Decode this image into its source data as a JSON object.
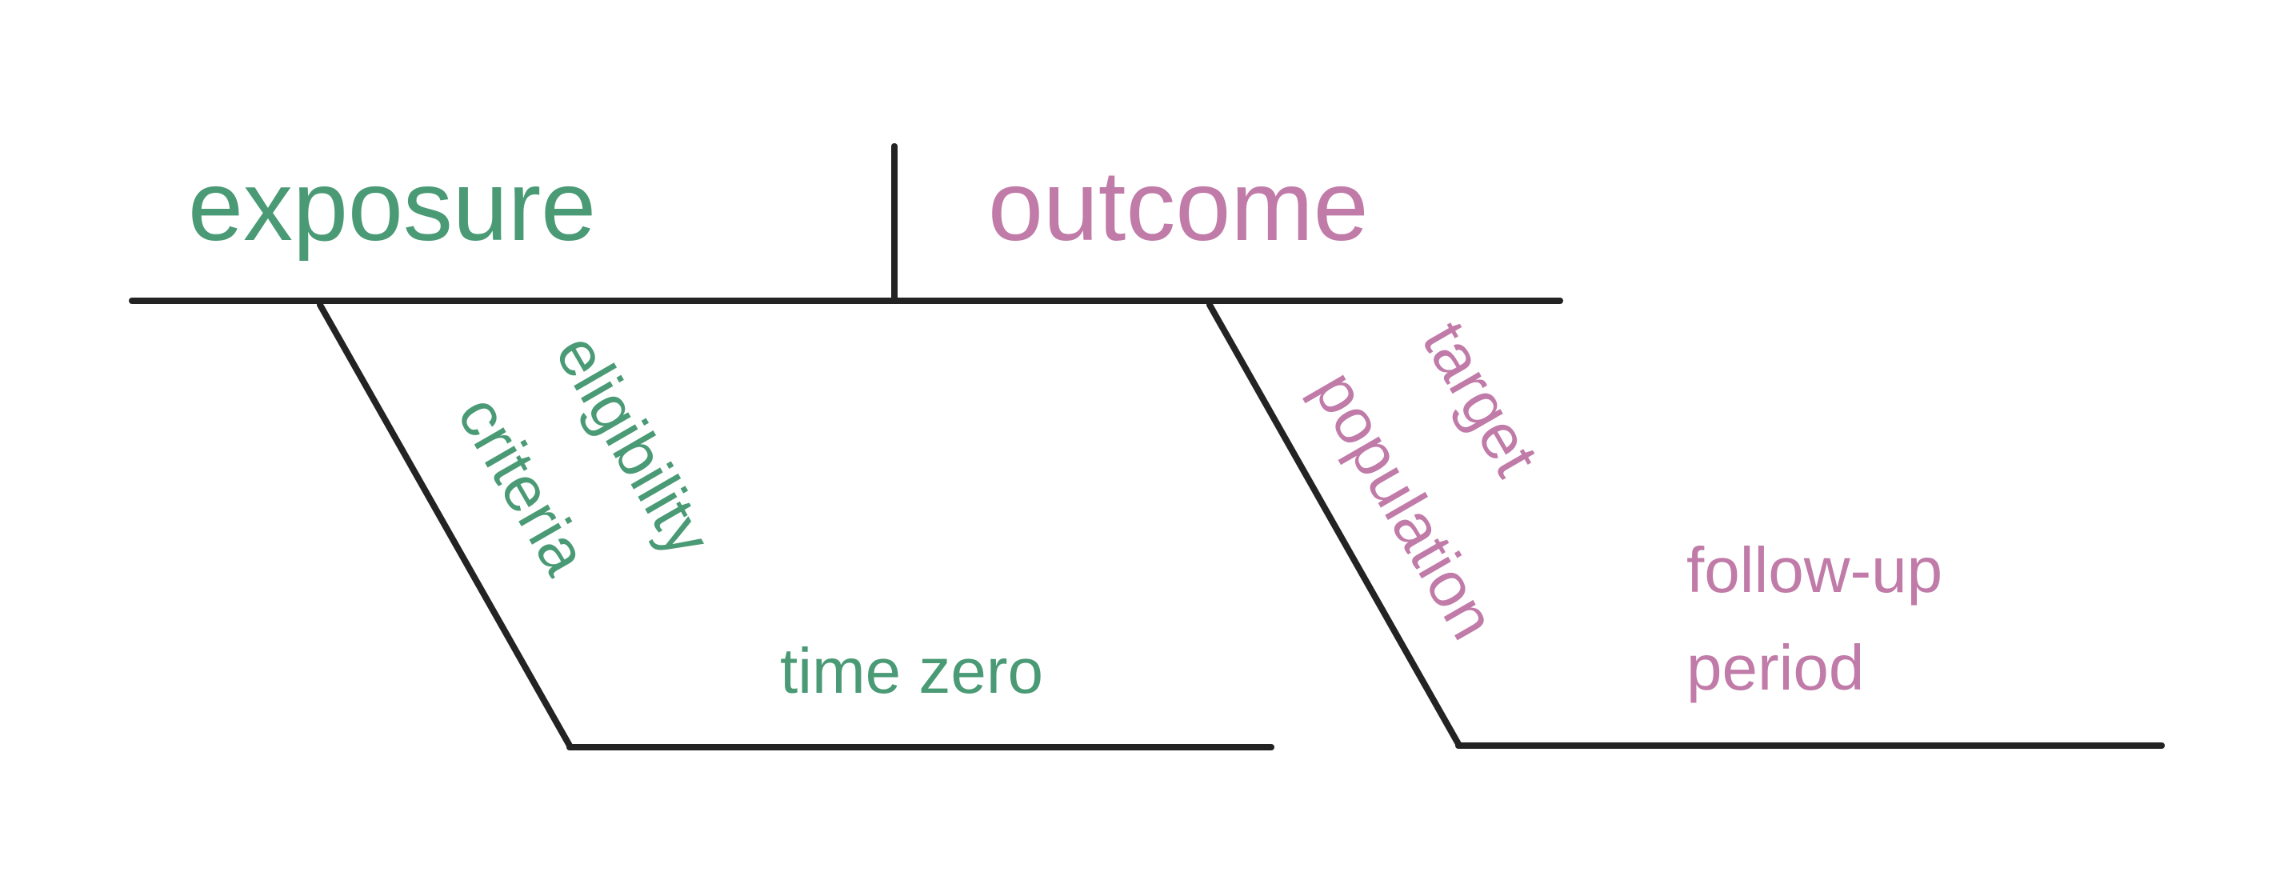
{
  "colors": {
    "exposure": "#4a9a76",
    "outcome": "#c07ba8",
    "line": "#232323"
  },
  "labels": {
    "exposure": "exposure",
    "outcome": "outcome",
    "eligibility": "eligibility",
    "criteria": "criteria",
    "target": "target",
    "population": "population",
    "time_zero": "time zero",
    "follow_up": "follow-up",
    "period": "period"
  }
}
